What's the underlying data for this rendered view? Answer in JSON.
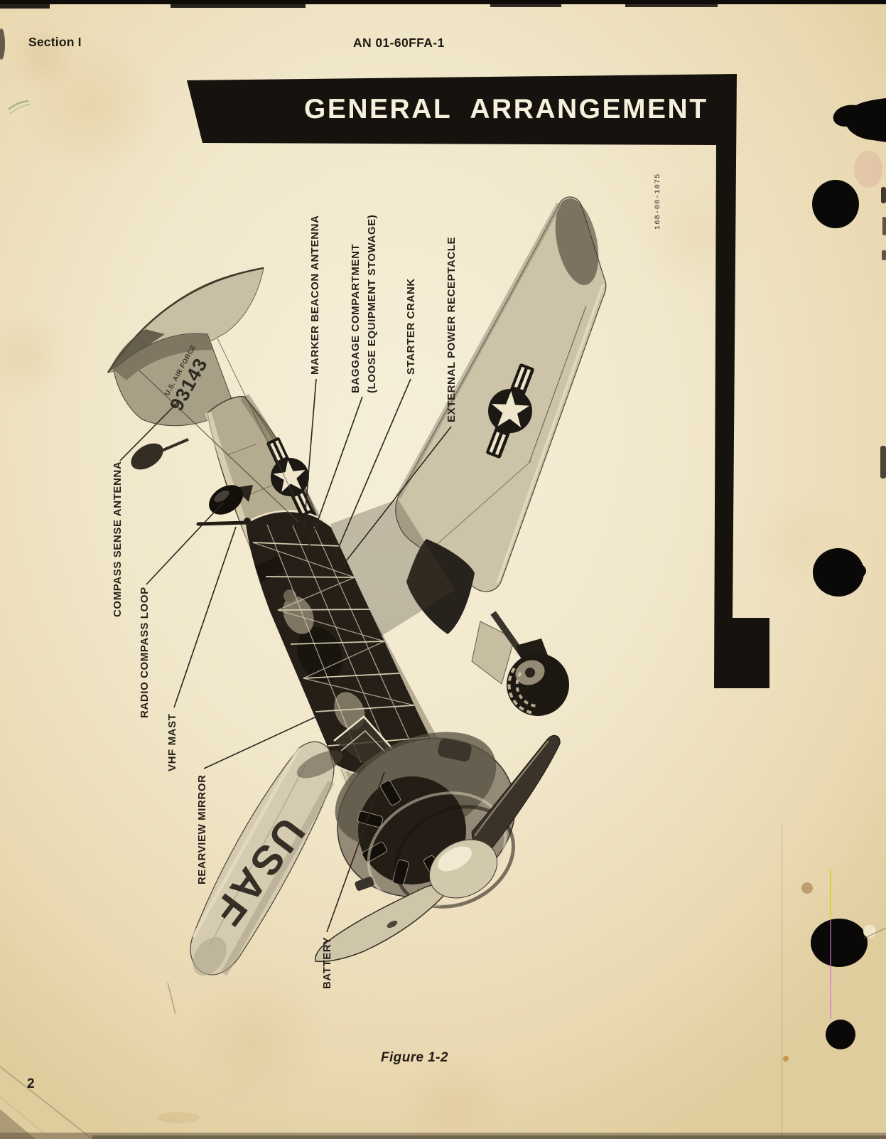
{
  "page": {
    "section_label": "Section I",
    "doc_number": "AN 01-60FFA-1",
    "banner_title": "GENERAL ARRANGEMENT",
    "figure_caption": "Figure 1-2",
    "page_number": "2",
    "print_code": "168-00-1075"
  },
  "aircraft": {
    "wing_marking": "USAF",
    "tail_marking_line1": "U.S. AIR FORCE",
    "tail_serial": "93143"
  },
  "callouts": [
    {
      "id": "marker-beacon-antenna",
      "label": "MARKER BEACON ANTENNA"
    },
    {
      "id": "baggage-compartment",
      "label": "BAGGAGE COMPARTMENT",
      "label2": "(LOOSE EQUIPMENT STOWAGE)"
    },
    {
      "id": "starter-crank",
      "label": "STARTER CRANK"
    },
    {
      "id": "external-power-receptacle",
      "label": "EXTERNAL POWER RECEPTACLE"
    },
    {
      "id": "compass-sense-antenna",
      "label": "COMPASS SENSE ANTENNA"
    },
    {
      "id": "radio-compass-loop",
      "label": "RADIO COMPASS LOOP"
    },
    {
      "id": "vhf-mast",
      "label": "VHF MAST"
    },
    {
      "id": "rearview-mirror",
      "label": "REARVIEW MIRROR"
    },
    {
      "id": "battery",
      "label": "BATTERY"
    }
  ],
  "colors": {
    "paper": "#f1e7cb",
    "ink": "#1f1a14",
    "banner_black": "#16120e",
    "banner_text": "#f6f0dc"
  }
}
